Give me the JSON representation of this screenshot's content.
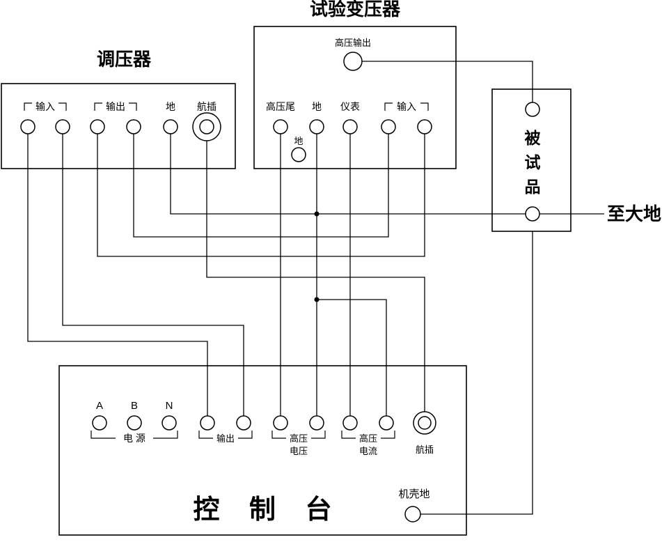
{
  "colors": {
    "ink": "#000000",
    "background": "#ffffff"
  },
  "regulator": {
    "title": "调压器",
    "terminals": {
      "input": "输入",
      "output": "输出",
      "ground": "地",
      "plug": "航插"
    }
  },
  "transformer": {
    "title": "试验变压器",
    "hv_output": "高压输出",
    "terminals": {
      "hv_tail": "高压尾",
      "ground": "地",
      "meter": "仪表",
      "input": "输入",
      "ground2": "地"
    }
  },
  "dut": {
    "label_chars": [
      "被",
      "试",
      "品"
    ]
  },
  "earth_label": "至大地",
  "console": {
    "title": "控 制 台",
    "power_terminals": [
      "A",
      "B",
      "N"
    ],
    "power_label": "电  源",
    "output_label": "输出",
    "hv_voltage_line1": "高压",
    "hv_voltage_line2": "电压",
    "hv_current_line1": "高压",
    "hv_current_line2": "电流",
    "plug_label": "航插",
    "chassis_ground_label": "机壳地"
  }
}
